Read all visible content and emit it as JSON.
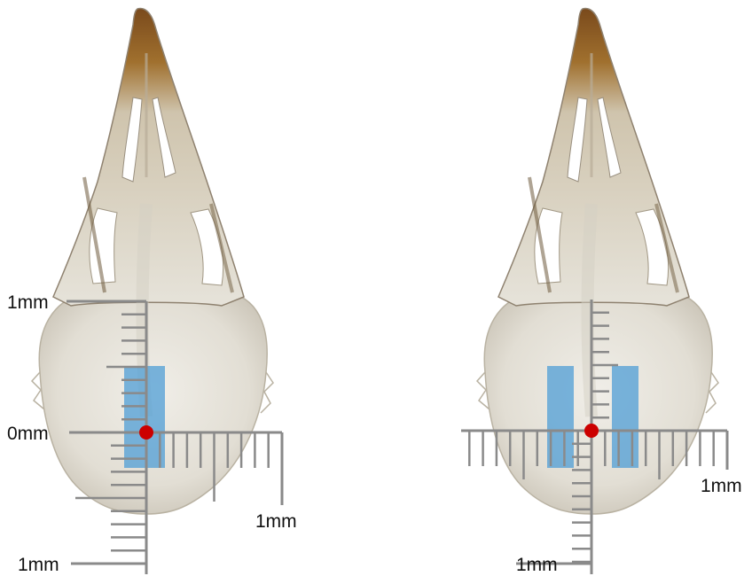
{
  "panels": [
    {
      "id": "left",
      "labels": {
        "top": "1mm",
        "zero": "0mm",
        "bottom": "1mm",
        "right": "1mm"
      }
    },
    {
      "id": "right",
      "labels": {
        "bottom": "1mm",
        "right": "1mm"
      }
    }
  ],
  "colors": {
    "skull_fill": "#e4e1d8",
    "skull_shade": "#cfcac0",
    "beak_brown": "#8a5a2a",
    "bone_dark": "#6e5a3c",
    "ruler": "#8a8a8a",
    "window_blue": "#4f9ed6",
    "marker_red": "#cc0000"
  },
  "icons": {
    "marker": "red-dot-marker"
  }
}
